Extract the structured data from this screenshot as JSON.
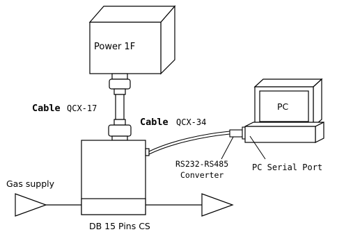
{
  "labels": {
    "power": "Power 1F",
    "cable_vertical_word": "Cable",
    "cable_vertical_code": "QCX-17",
    "cable_horizontal_word": "Cable",
    "cable_horizontal_code": "QCX-34",
    "pc": "PC",
    "converter_line1": "RS232-RS485",
    "converter_line2": "Converter",
    "serial_port": "PC Serial Port",
    "gas_supply": "Gas supply",
    "db15": "DB 15 Pins CS"
  },
  "colors": {
    "stroke": "#000000",
    "background": "#ffffff"
  }
}
